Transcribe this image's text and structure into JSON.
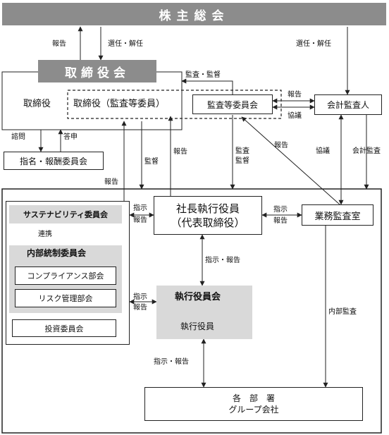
{
  "shareholders": "株主総会",
  "board": "取締役会",
  "director": "取締役",
  "audit_director": "取締役（監査等委員）",
  "audit_committee": "監査等委員会",
  "accounting_auditor": "会計監査人",
  "nomination": "指名・報酬委員会",
  "president_line1": "社長執行役員",
  "president_line2": "（代表取締役）",
  "internal_audit": "業務監査室",
  "sustainability": "サステナビリティ委員会",
  "internal_control": "内部統制委員会",
  "compliance": "コンプライアンス部会",
  "risk": "リスク管理部会",
  "investment": "投資委員会",
  "exec_board": "執行役員会",
  "exec_officer": "執行役員",
  "depts_line1": "各　部　署",
  "depts_line2": "グループ会社",
  "labels": {
    "report": "報告",
    "elect": "選任・解任",
    "audit_supervise": "監査・監督",
    "consult": "協議",
    "inquiry": "諮問",
    "answer": "答申",
    "supervise": "監督",
    "audit_v": "監査",
    "supervise_v": "監督",
    "accounting_audit": "会計監査",
    "instruct": "指示",
    "cooperate": "連携",
    "instruct_report": "指示・報告",
    "internal_audit_lbl": "内部監査"
  },
  "colors": {
    "header_bg": "#8c8c8c",
    "gray_panel": "#d9d9d9",
    "line": "#222222"
  }
}
